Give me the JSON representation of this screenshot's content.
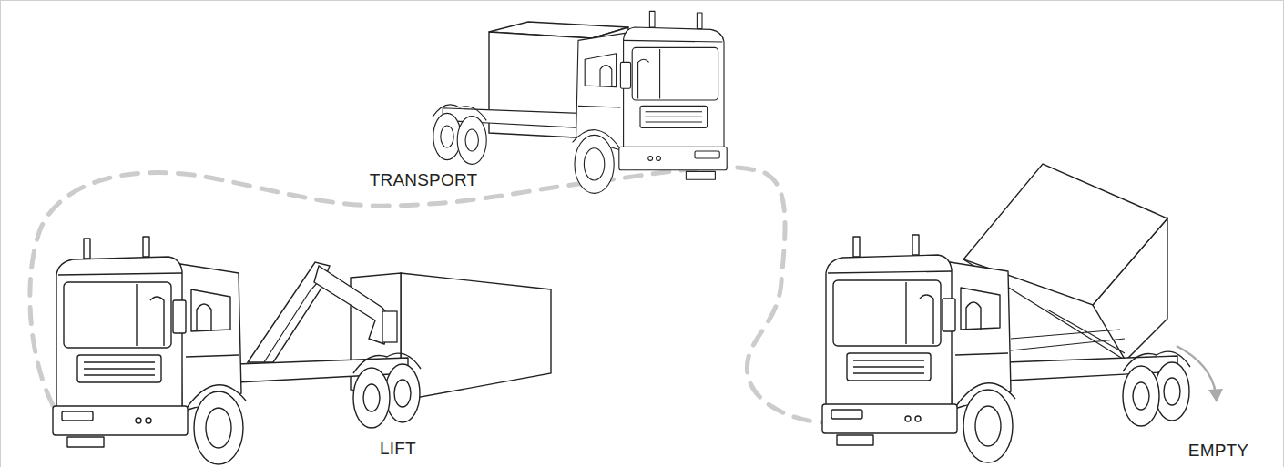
{
  "diagram": {
    "labels": [
      "TRANSPORT",
      "LIFT",
      "EMPTY"
    ]
  }
}
